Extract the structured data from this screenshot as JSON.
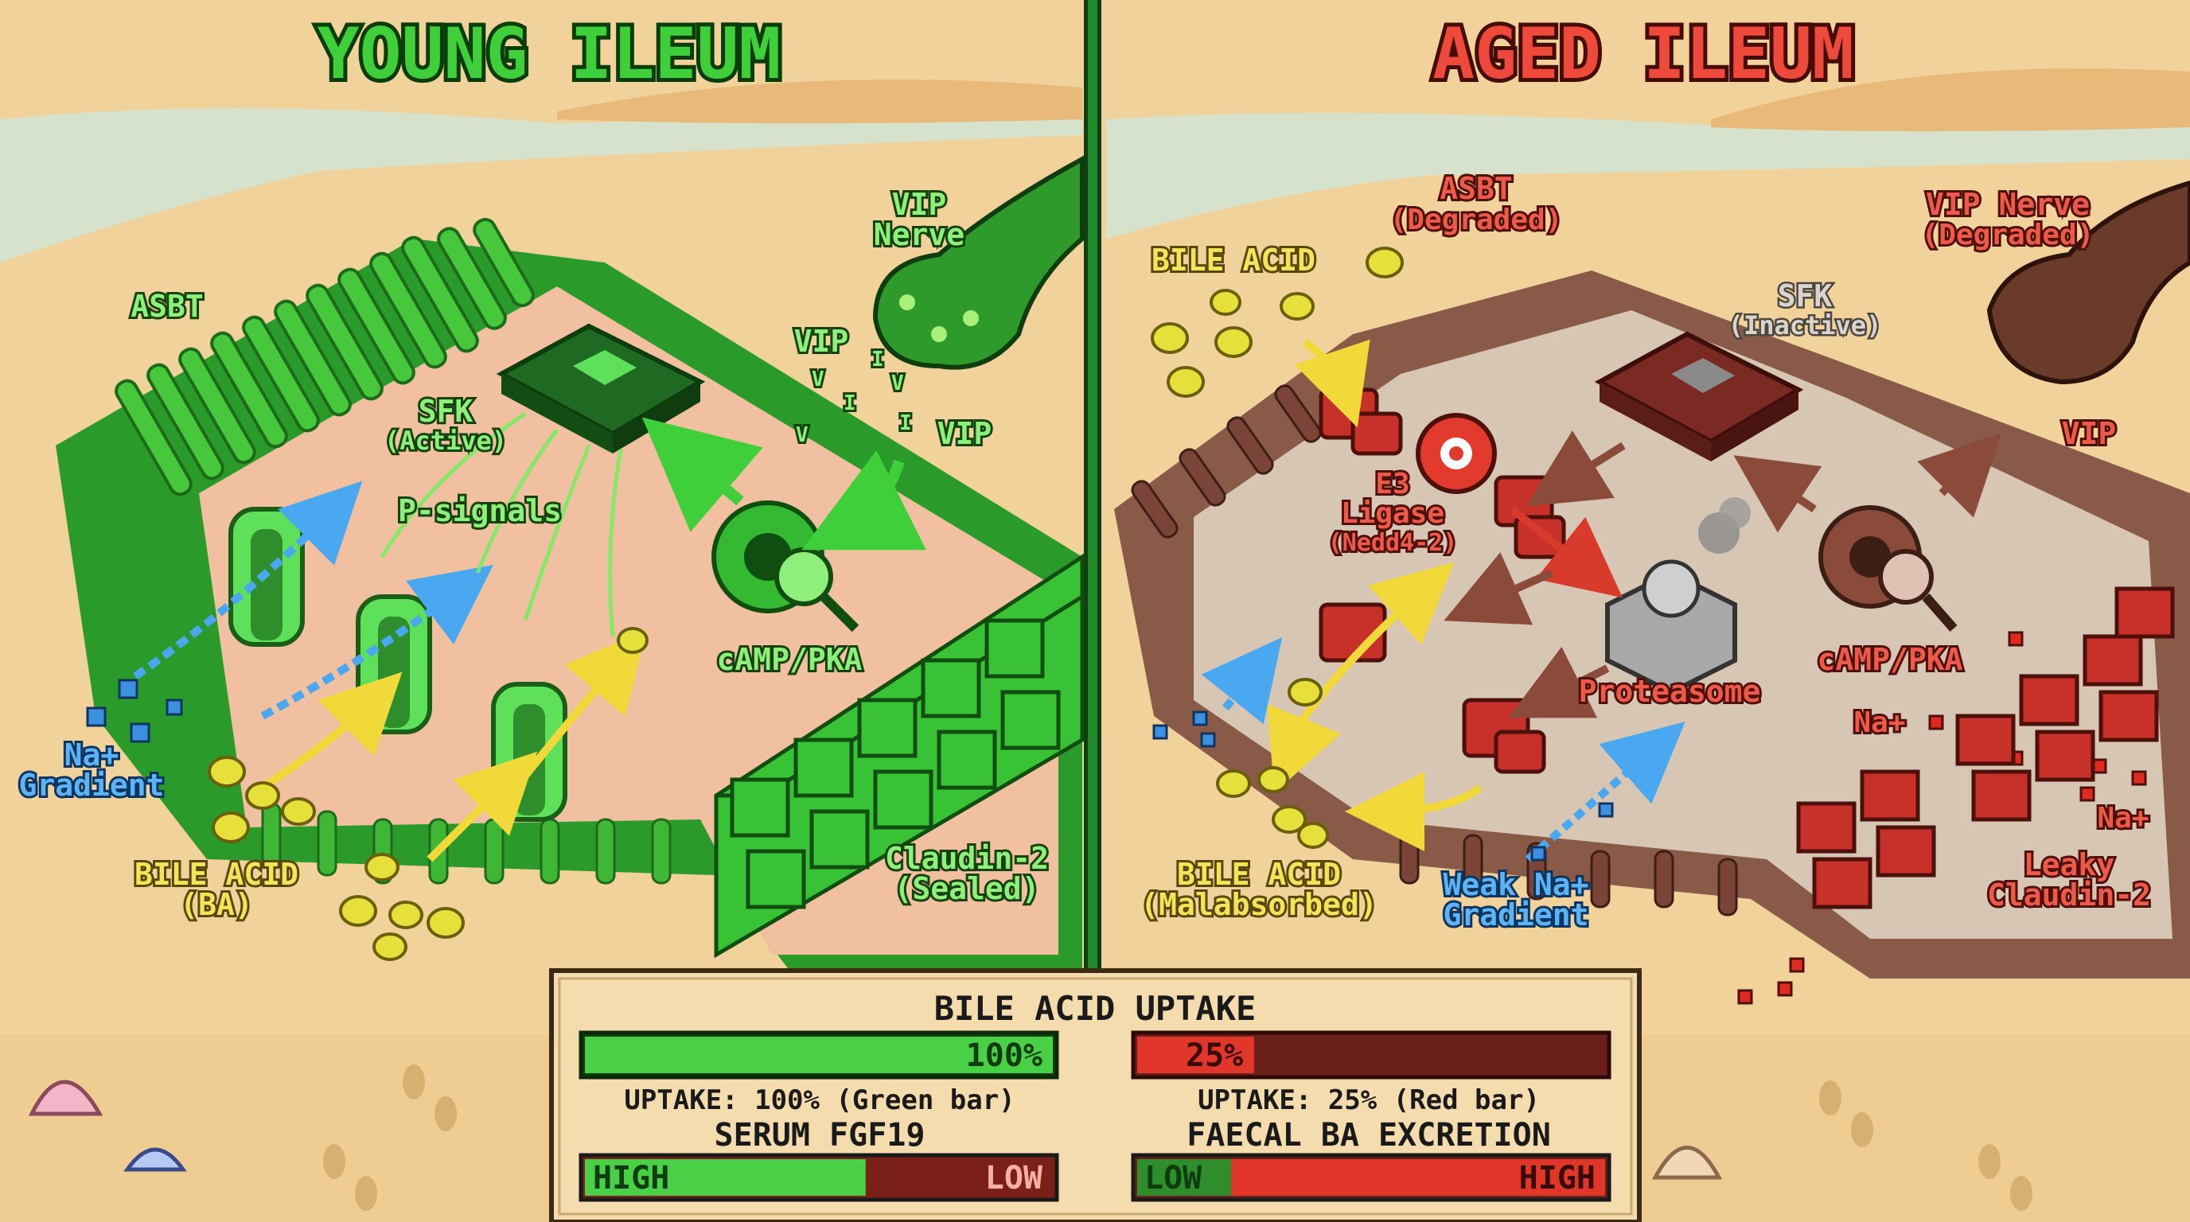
{
  "titles": {
    "left": "YOUNG ILEUM",
    "right": "AGED ILEUM"
  },
  "young": {
    "asbt": "ASBT",
    "sfk": [
      "SFK",
      "(Active)"
    ],
    "p_signals": "P-signals",
    "vip_nerve": [
      "VIP",
      "Nerve"
    ],
    "vip_upper": "VIP",
    "vip_lower": "VIP",
    "vip_particle": "V",
    "vip_particle_i": "I",
    "camp": "cAMP/PKA",
    "na_gradient": [
      "Na+",
      "Gradient"
    ],
    "bile_acid": [
      "BILE ACID",
      "(BA)"
    ],
    "claudin": [
      "Claudin-2",
      "(Sealed)"
    ]
  },
  "aged": {
    "asbt": [
      "ASBT",
      "(Degraded)"
    ],
    "bile_acid_top": "BILE ACID",
    "sfk": [
      "SFK",
      "(Inactive)"
    ],
    "vip_nerve": [
      "VIP Nerve",
      "(Degraded)"
    ],
    "vip": "VIP",
    "e3": [
      "E3",
      "Ligase",
      "(Nedd4-2)"
    ],
    "proteasome": "Proteasome",
    "camp": "cAMP/PKA",
    "na_plus": "Na+",
    "na_plus_2": "Na+",
    "bile_acid_bottom": [
      "BILE ACID",
      "(Malabsorbed)"
    ],
    "weak_na": [
      "Weak Na+",
      "Gradient"
    ],
    "leaky": [
      "Leaky",
      "Claudin-2"
    ]
  },
  "panel": {
    "title": "BILE ACID UPTAKE",
    "young_uptake": {
      "value": 100,
      "label": "100%",
      "caption": "UPTAKE: 100% (Green bar)"
    },
    "aged_uptake": {
      "value": 25,
      "label": "25%",
      "caption": "UPTAKE: 25% (Red bar)"
    },
    "fgf19": {
      "title": "SERUM FGF19",
      "left": "HIGH",
      "right": "LOW",
      "fill": 0.6
    },
    "faecal": {
      "title": "FAECAL BA EXCRETION",
      "left": "LOW",
      "right": "HIGH",
      "fill": 0.8
    }
  },
  "colors": {
    "young_accent": "#3fcf3a",
    "aged_accent": "#d83a2c",
    "sand": "#f1d29a",
    "divider": "#1e8a2a"
  }
}
